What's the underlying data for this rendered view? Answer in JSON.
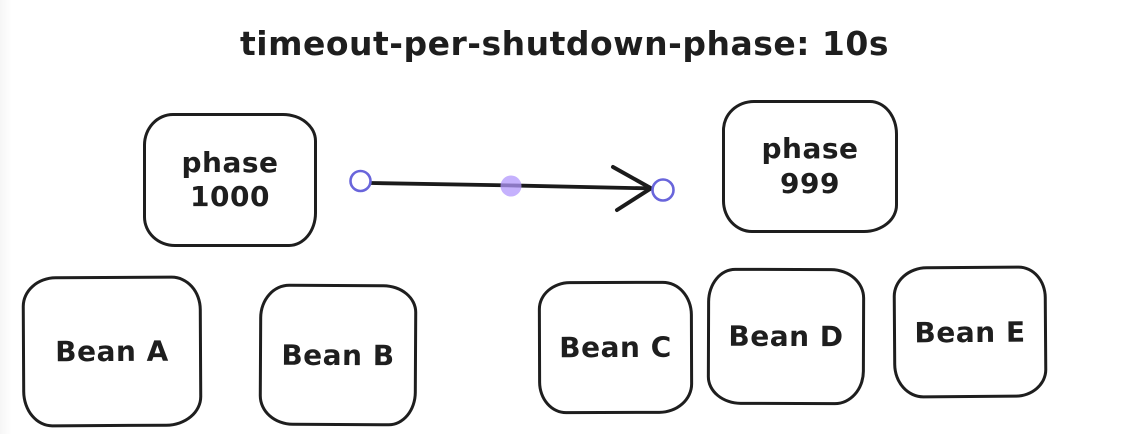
{
  "title": "timeout-per-shutdown-phase: 10s",
  "nodes": {
    "phase1000": {
      "line1": "phase",
      "line2": "1000"
    },
    "phase999": {
      "line1": "phase",
      "line2": "999"
    },
    "beanA": {
      "label": "Bean A"
    },
    "beanB": {
      "label": "Bean B"
    },
    "beanC": {
      "label": "Bean C"
    },
    "beanD": {
      "label": "Bean D"
    },
    "beanE": {
      "label": "Bean E"
    }
  },
  "arrow": {
    "from": "phase 1000",
    "to": "phase 999",
    "selected": true
  },
  "colors": {
    "stroke": "#1e1e1e",
    "background": "#ffffff",
    "selection_accent": "#6965db",
    "midpoint_handle": "#b197fc"
  }
}
